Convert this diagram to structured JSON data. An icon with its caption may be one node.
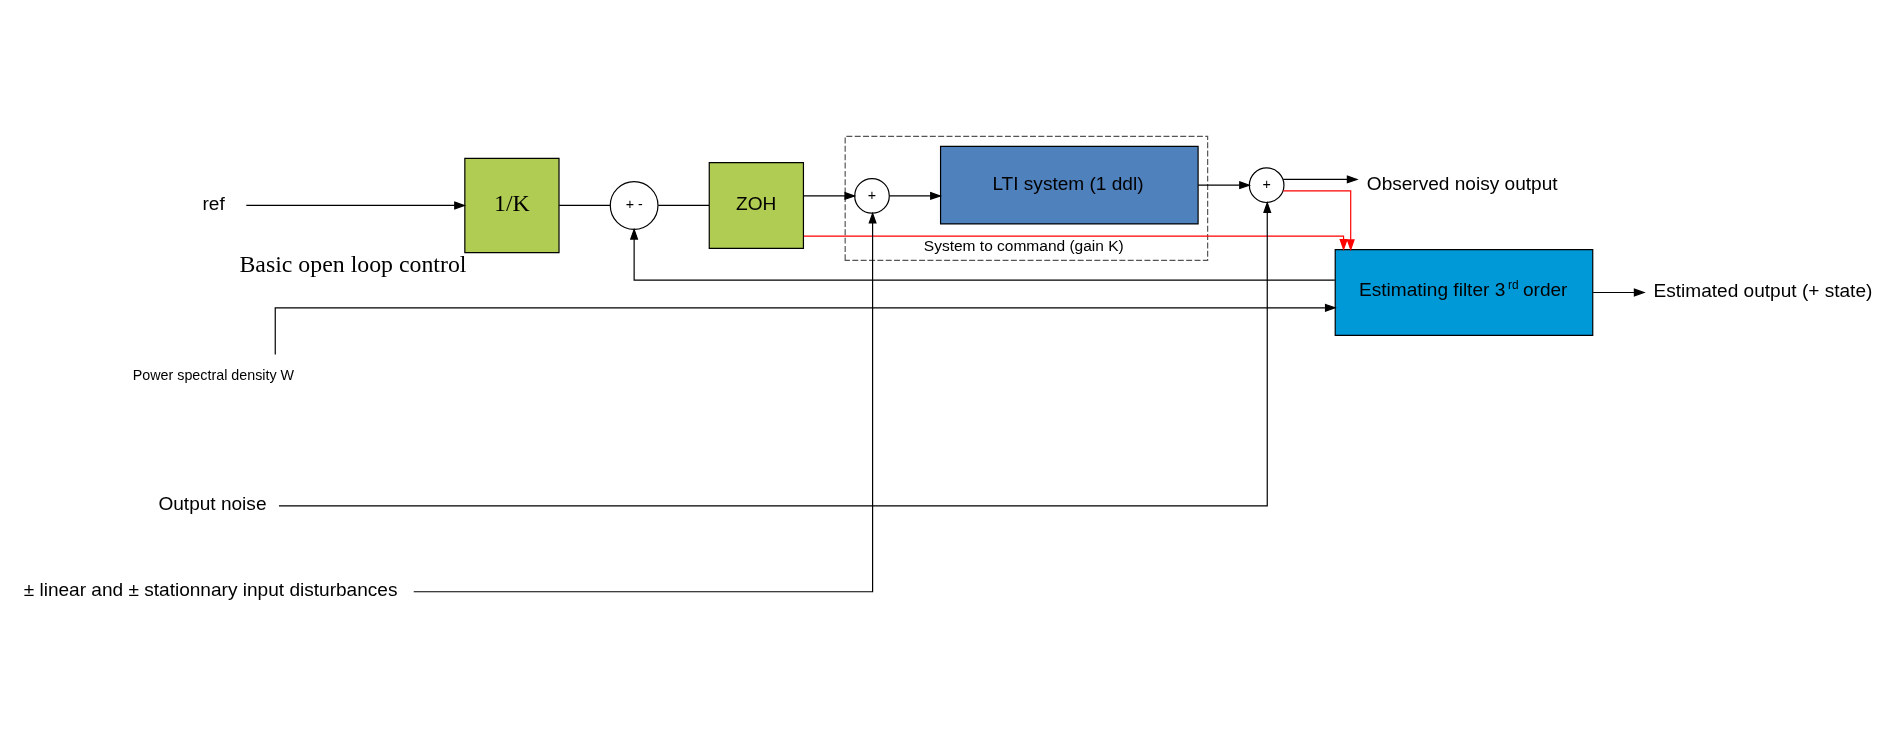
{
  "diagram": {
    "nodes": [
      {
        "text": [
          "ref"
        ]
      },
      {
        "text": [
          "1/K"
        ],
        "beside": [
          "Basic open loop control"
        ]
      },
      {
        "text": [
          "+",
          "-"
        ]
      },
      {
        "text": [
          "ZOH"
        ]
      },
      {
        "text": [
          "System to command (gain K)"
        ]
      },
      {
        "text": [
          "+"
        ],
        "in": 4
      },
      {
        "text": [
          "LTI system (1 ddl)"
        ],
        "in": 4
      },
      {
        "text": [
          "± linear and ± stationnary input disturbances"
        ]
      },
      {
        "text": [
          "+"
        ]
      },
      {
        "text": [
          "Output noise"
        ]
      },
      {
        "text": [
          "Observed noisy output"
        ]
      },
      {
        "text": [
          "Estimating filter 3$^{rd}$ order"
        ]
      },
      {
        "text": [
          "Power spectral density W"
        ]
      },
      {
        "text": [
          "Estimated output (+ state)"
        ]
      }
    ],
    "edges": [
      {
        "from": 0,
        "to": 1,
        "arrow": "to"
      },
      {
        "from": 1,
        "to": 2,
        "arrow": "none"
      },
      {
        "from": 2,
        "to": 3,
        "arrow": "none"
      },
      {
        "from": 3,
        "to": 5,
        "arrow": "to"
      },
      {
        "from": 5,
        "to": 6,
        "arrow": "to"
      },
      {
        "from": 6,
        "to": 8,
        "arrow": "to"
      },
      {
        "from": 7,
        "to": 5,
        "arrow": "to"
      },
      {
        "from": 9,
        "to": 8,
        "arrow": "to"
      },
      {
        "from": 8,
        "to": 10,
        "arrow": "to"
      },
      {
        "from": 3,
        "to": 11,
        "arrow": "to",
        "color": "#ff0000"
      },
      {
        "from": 12,
        "to": 11,
        "arrow": "to"
      },
      {
        "from": 8,
        "to": 11,
        "arrow": "to",
        "color": "#ff0000"
      },
      {
        "from": 11,
        "to": 2,
        "arrow": "to"
      },
      {
        "from": 11,
        "to": 13,
        "arrow": "to"
      }
    ]
  }
}
